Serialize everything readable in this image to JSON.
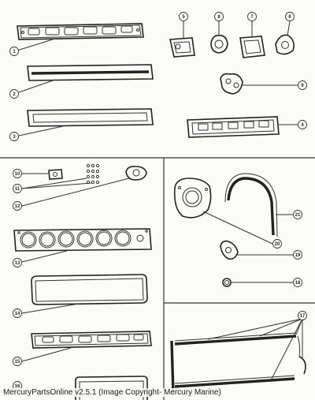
{
  "callouts": {
    "c1": "1",
    "c2": "2",
    "c3": "3",
    "c4": "4",
    "c5": "5",
    "c6": "6",
    "c7": "7",
    "c8": "8",
    "c9": "9",
    "c10": "10",
    "c11": "11",
    "c12": "12",
    "c13": "13",
    "c14": "14",
    "c15": "15",
    "c16": "16",
    "c17": "17",
    "c18": "18",
    "c19": "19",
    "c20": "20",
    "c21": "21"
  },
  "footer": {
    "text": "MercuryPartsOnline v2.5.1 (Image Copyright- Mercury Marine)"
  }
}
